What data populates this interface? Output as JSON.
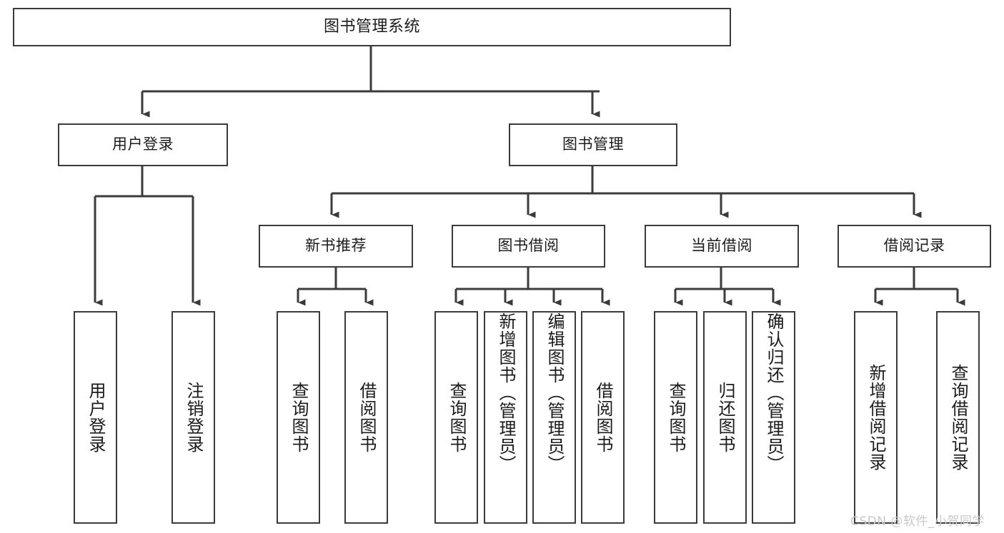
{
  "diagram": {
    "title": "图书管理系统",
    "type": "hierarchy-tree",
    "watermark": "CSDN @软件_小贺同学",
    "colors": {
      "stroke": "#3b3b3b",
      "fill": "#ffffff",
      "text": "#1b1b1b",
      "watermark": "#c9c9c9"
    },
    "root": {
      "label": "图书管理系统"
    },
    "level1": [
      {
        "label": "用户登录"
      },
      {
        "label": "图书管理"
      }
    ],
    "level2": [
      {
        "label": "新书推荐"
      },
      {
        "label": "图书借阅"
      },
      {
        "label": "当前借阅"
      },
      {
        "label": "借阅记录"
      }
    ],
    "leaves": {
      "user_login": [
        {
          "label": "用户登录"
        },
        {
          "label": "注销登录"
        }
      ],
      "new_book_recommend": [
        {
          "label": "查询图书"
        },
        {
          "label": "借阅图书"
        }
      ],
      "book_borrow": [
        {
          "label": "查询图书"
        },
        {
          "label": "新增图书（管理员）"
        },
        {
          "label": "编辑图书（管理员）"
        },
        {
          "label": "借阅图书"
        }
      ],
      "current_borrow": [
        {
          "label": "查询图书"
        },
        {
          "label": "归还图书"
        },
        {
          "label": "确认归还（管理员）"
        }
      ],
      "borrow_record": [
        {
          "label": "新增借阅记录"
        },
        {
          "label": "查询借阅记录"
        }
      ]
    }
  }
}
